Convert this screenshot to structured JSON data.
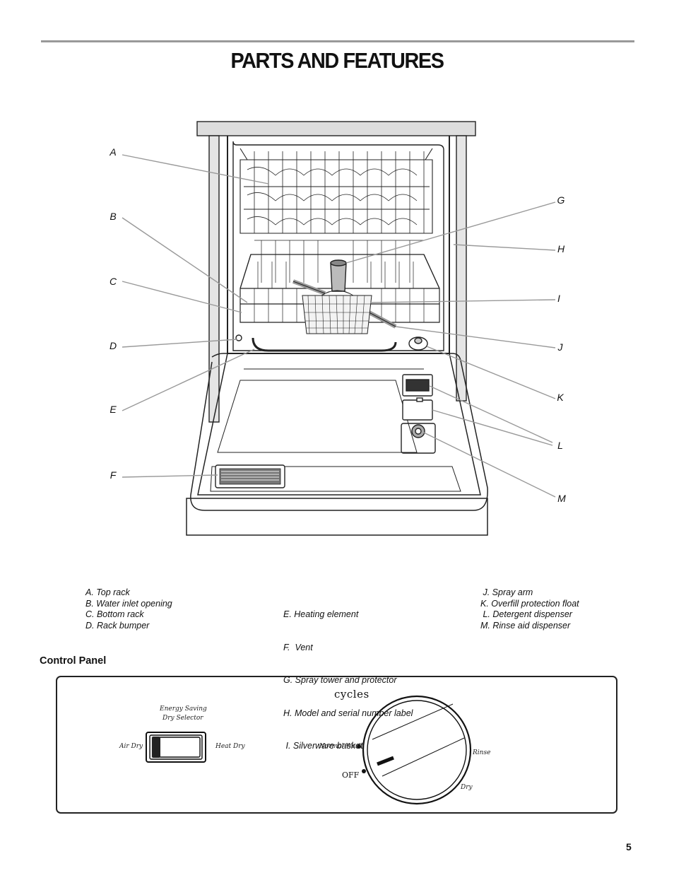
{
  "page": {
    "title": "PARTS AND FEATURES",
    "page_number": "5"
  },
  "diagram": {
    "callouts_left": [
      "A",
      "B",
      "C",
      "D",
      "E",
      "F"
    ],
    "callouts_right": [
      "G",
      "H",
      "I",
      "J",
      "K",
      "L",
      "M"
    ]
  },
  "legend": {
    "col1": [
      "A. Top rack",
      "B. Water inlet opening",
      "C. Bottom rack",
      "D. Rack bumper"
    ],
    "col2": [
      "E. Heating element",
      "F.  Vent",
      "G. Spray tower and protector",
      "H. Model and serial number label",
      " I. Silverware basket"
    ],
    "col3": [
      " J. Spray arm",
      "K. Overfill protection float",
      " L. Detergent dispenser",
      "M. Rinse aid dispenser"
    ]
  },
  "control_panel": {
    "heading": "Control Panel",
    "selector_label_line1": "Energy Saving",
    "selector_label_line2": "Dry Selector",
    "air_dry": "Air Dry",
    "heat_dry": "Heat Dry",
    "cycles_label": "cycles",
    "normal_wash": "Normal Wash",
    "off": "OFF",
    "rinse": "Rinse",
    "dry": "Dry"
  }
}
